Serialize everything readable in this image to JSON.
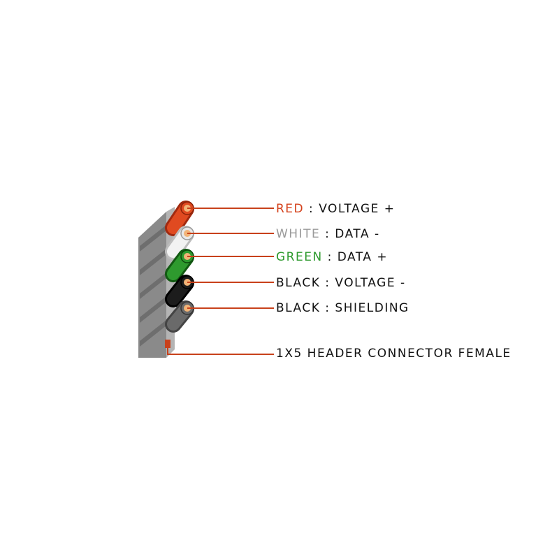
{
  "colors": {
    "red": "#d4401a",
    "white": "#9a9a9a",
    "green": "#2e9a2e",
    "black": "#111111",
    "leader_line": "#c8411b",
    "wire_core": "#f2b477",
    "connector_body": "#9c9c9c"
  },
  "pins": [
    {
      "color_name": "RED",
      "separator": " : ",
      "function": "VOLTAGE +"
    },
    {
      "color_name": "WHITE",
      "separator": " : ",
      "function": "DATA -"
    },
    {
      "color_name": "GREEN",
      "separator": " : ",
      "function": "DATA +"
    },
    {
      "color_name": "BLACK",
      "separator": " : ",
      "function": "VOLTAGE -"
    },
    {
      "color_name": "BLACK",
      "separator": " : ",
      "function": "SHIELDING"
    }
  ],
  "connector": {
    "label": "1X5 HEADER CONNECTOR FEMALE"
  }
}
